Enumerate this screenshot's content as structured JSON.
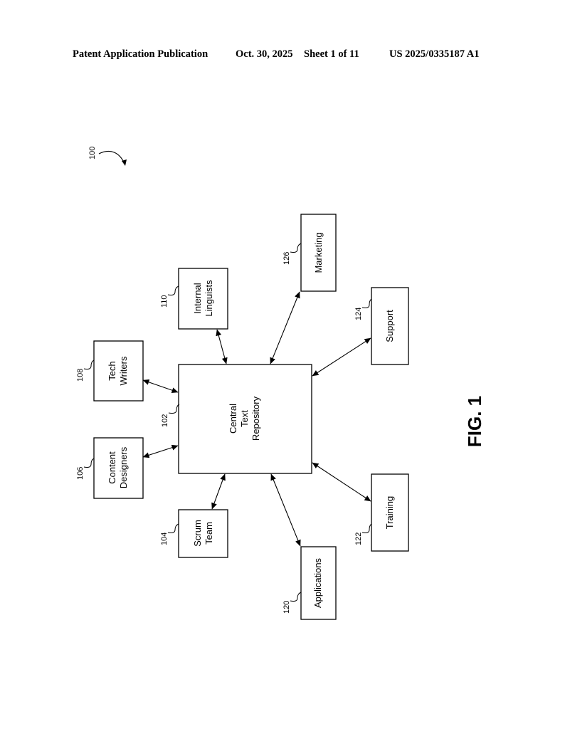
{
  "header": {
    "publication": "Patent Application Publication",
    "date": "Oct. 30, 2025",
    "sheet": "Sheet 1 of 11",
    "number": "US 2025/0335187 A1"
  },
  "figure": {
    "label": "FIG. 1",
    "system_ref": "100"
  },
  "central": {
    "ref": "102",
    "lines": [
      "Central",
      "Text",
      "Repository"
    ]
  },
  "nodes": [
    {
      "id": "scrum-team",
      "ref": "104",
      "lines": [
        "Scrum",
        "Team"
      ]
    },
    {
      "id": "content-designers",
      "ref": "106",
      "lines": [
        "Content",
        "Designers"
      ]
    },
    {
      "id": "tech-writers",
      "ref": "108",
      "lines": [
        "Tech",
        "Writers"
      ]
    },
    {
      "id": "internal-linguists",
      "ref": "110",
      "lines": [
        "Internal",
        "Linguists"
      ]
    },
    {
      "id": "applications",
      "ref": "120",
      "lines": [
        "Applications"
      ]
    },
    {
      "id": "training",
      "ref": "122",
      "lines": [
        "Training"
      ]
    },
    {
      "id": "support",
      "ref": "124",
      "lines": [
        "Support"
      ]
    },
    {
      "id": "marketing",
      "ref": "126",
      "lines": [
        "Marketing"
      ]
    }
  ]
}
